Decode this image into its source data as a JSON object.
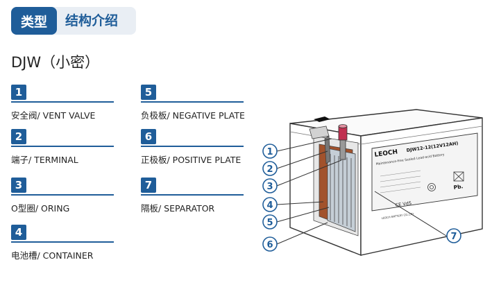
{
  "tabs": {
    "active": "类型",
    "inactive": "结构介绍"
  },
  "page_title": "DJW（小密）",
  "parts": [
    {
      "num": "1",
      "label": "安全阀/ VENT VALVE"
    },
    {
      "num": "2",
      "label": "端子/ TERMINAL"
    },
    {
      "num": "3",
      "label": "O型圈/ ORING"
    },
    {
      "num": "4",
      "label": "电池槽/ CONTAINER"
    },
    {
      "num": "5",
      "label": "负极板/ NEGATIVE PLATE"
    },
    {
      "num": "6",
      "label": "正极板/ POSITIVE PLATE"
    },
    {
      "num": "7",
      "label": "隔板/ SEPARATOR"
    }
  ],
  "callouts": [
    "1",
    "2",
    "3",
    "4",
    "5",
    "6",
    "7"
  ],
  "battery_label": {
    "brand": "LEOCH",
    "model": "DJW12-12(12V12AH)",
    "subtitle": "Maintenance-free Sealed Lead-acid Battery",
    "cert": "CE VdS",
    "pb": "Pb.",
    "maker": "LEOCH BATTERY CO.,LTD"
  },
  "colors": {
    "accent": "#1f5d99",
    "tab_bg": "#e9eef4"
  }
}
